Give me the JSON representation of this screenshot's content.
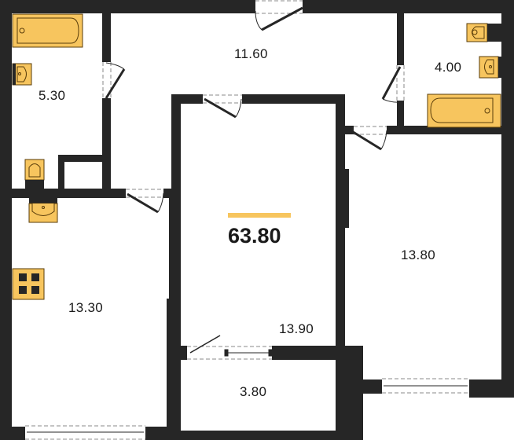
{
  "plan": {
    "total_area": "63.80",
    "colors": {
      "wall": "#262626",
      "fixture_fill": "#F7C55E",
      "fixture_stroke": "#5a3d0a",
      "accent_bar": "#F7C55E",
      "background": "#ffffff"
    },
    "rooms": [
      {
        "id": "bathroom-1",
        "area": "5.30"
      },
      {
        "id": "hallway",
        "area": "11.60"
      },
      {
        "id": "bathroom-2",
        "area": "4.00"
      },
      {
        "id": "kitchen",
        "area": "13.30"
      },
      {
        "id": "living-room",
        "area": "13.90"
      },
      {
        "id": "bedroom",
        "area": "13.80"
      },
      {
        "id": "balcony",
        "area": "3.80"
      }
    ]
  }
}
